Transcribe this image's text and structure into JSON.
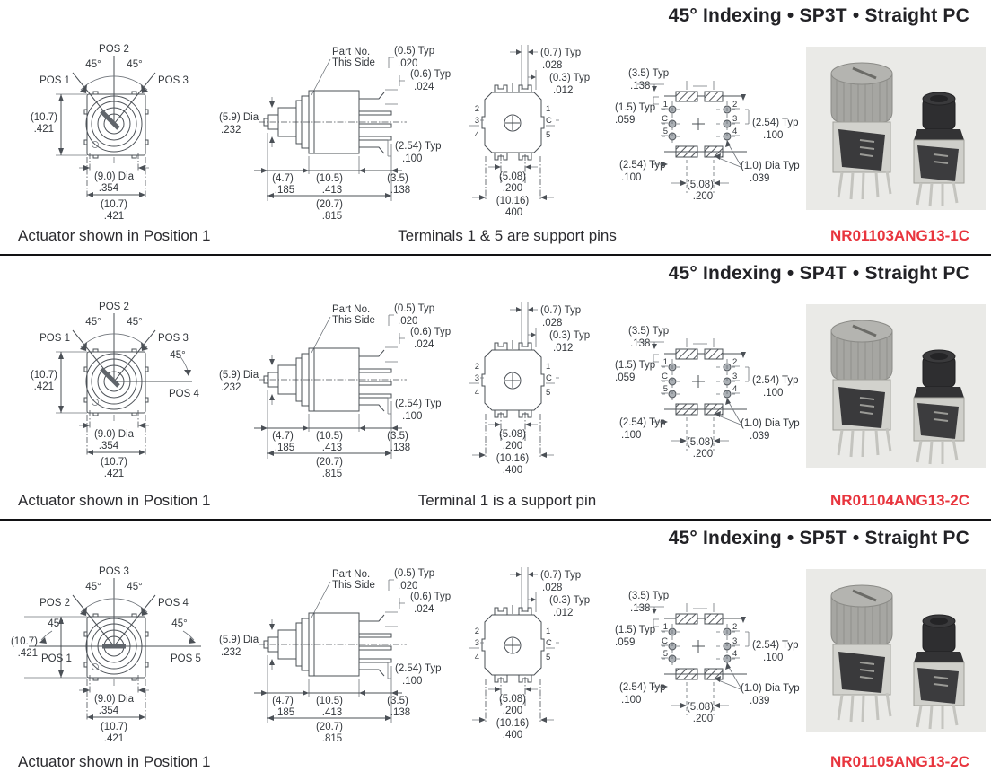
{
  "colors": {
    "accent_red": "#e8353e",
    "drawing_ink": "#4b5056",
    "text": "#26262a",
    "photo_bg": "#eaeae7"
  },
  "sections": [
    {
      "header": "45° Indexing • SP3T • Straight PC",
      "part_number": "NR01103ANG13-1C",
      "caption_left": "Actuator shown in Position 1",
      "caption_middle": "Terminals 1 & 5 are support pins",
      "front_view": {
        "pos_top": "POS 2",
        "pos_left": "POS 1",
        "pos_right": "POS 3",
        "angle_left": "45°",
        "angle_right": "45°",
        "height_mm": "(10.7)",
        "height_in": ".421",
        "dia_mm": "(9.0) Dia",
        "dia_in": ".354",
        "width_mm": "(10.7)",
        "width_in": ".421"
      }
    },
    {
      "header": "45° Indexing • SP4T • Straight PC",
      "part_number": "NR01104ANG13-2C",
      "caption_left": "Actuator shown in Position 1",
      "caption_middle": "Terminal 1 is a support pin",
      "front_view": {
        "pos_top": "POS 2",
        "pos_left": "POS 1",
        "pos_right": "POS 3",
        "pos_right2": "POS 4",
        "angle_left": "45°",
        "angle_right": "45°",
        "angle_right2": "45°",
        "height_mm": "(10.7)",
        "height_in": ".421",
        "dia_mm": "(9.0) Dia",
        "dia_in": ".354",
        "width_mm": "(10.7)",
        "width_in": ".421"
      }
    },
    {
      "header": "45° Indexing • SP5T • Straight PC",
      "part_number": "NR01105ANG13-2C",
      "caption_left": "Actuator shown in Position 1",
      "caption_middle": "",
      "front_view": {
        "pos_top": "POS 3",
        "pos_upper_left": "POS 2",
        "pos_upper_right": "POS 4",
        "pos_left": "POS 1",
        "pos_right": "POS 5",
        "angle_left": "45°",
        "angle_right": "45°",
        "angle_far_left": "45°",
        "angle_far_right": "45°",
        "height_mm": "(10.7)",
        "height_in": ".421",
        "dia_mm": "(9.0) Dia",
        "dia_in": ".354",
        "width_mm": "(10.7)",
        "width_in": ".421"
      }
    }
  ],
  "side_view": {
    "note_line1": "Part No.",
    "note_line2": "This Side",
    "pin_thickness_mm": "(0.5) Typ",
    "pin_thickness_in": ".020",
    "pin_width_mm": "(0.6) Typ",
    "pin_width_in": ".024",
    "shaft_dia_mm": "(5.9) Dia",
    "shaft_dia_in": ".232",
    "pin_pitch_mm": "(2.54) Typ",
    "pin_pitch_in": ".100",
    "shaft_len_mm": "(4.7)",
    "shaft_len_in": ".185",
    "body_len_mm": "(10.5)",
    "body_len_in": ".413",
    "pin_len_mm": "(3.5)",
    "pin_len_in": ".138",
    "total_len_mm": "(20.7)",
    "total_len_in": ".815"
  },
  "terminal_view": {
    "tab_width_mm": "(0.7) Typ",
    "tab_width_in": ".028",
    "tab_thickness_mm": "(0.3) Typ",
    "tab_thickness_in": ".012",
    "tab_pitch_mm": "(5.08)",
    "tab_pitch_in": ".200",
    "body_width_mm": "(10.16)",
    "body_width_in": ".400",
    "left_terminals": [
      "2",
      "3",
      "4"
    ],
    "right_terminals": [
      "1",
      "C",
      "5"
    ]
  },
  "pc_layout": {
    "pad_offset_mm": "(3.5) Typ",
    "pad_offset_in": ".138",
    "pad_inset_mm": "(1.5) Typ",
    "pad_inset_in": ".059",
    "hole_pitch_v_mm": "(2.54) Typ",
    "hole_pitch_v_in": ".100",
    "hole_pitch_h_mm": "(2.54) Typ",
    "hole_pitch_h_in": ".100",
    "hole_dia_mm": "(1.0) Dia Typ",
    "hole_dia_in": ".039",
    "slot_pitch_mm": "(5.08)",
    "slot_pitch_in": ".200",
    "left_holes": [
      "1",
      "C",
      "5"
    ],
    "right_holes": [
      "2",
      "3",
      "4"
    ]
  }
}
